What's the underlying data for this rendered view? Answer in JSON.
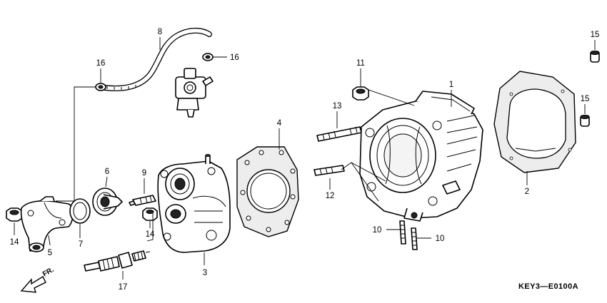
{
  "diagram_code": "KEY3—E0100A",
  "direction_label": "FR.",
  "callouts": {
    "c1": "1",
    "c2": "2",
    "c3": "3",
    "c4": "4",
    "c5": "5",
    "c6": "6",
    "c7": "7",
    "c8": "8",
    "c9": "9",
    "c10a": "10",
    "c10b": "10",
    "c11": "11",
    "c12": "12",
    "c13": "13",
    "c14a": "14",
    "c14b": "14",
    "c15a": "15",
    "c15b": "15",
    "c16a": "16",
    "c16b": "16",
    "c17": "17"
  }
}
